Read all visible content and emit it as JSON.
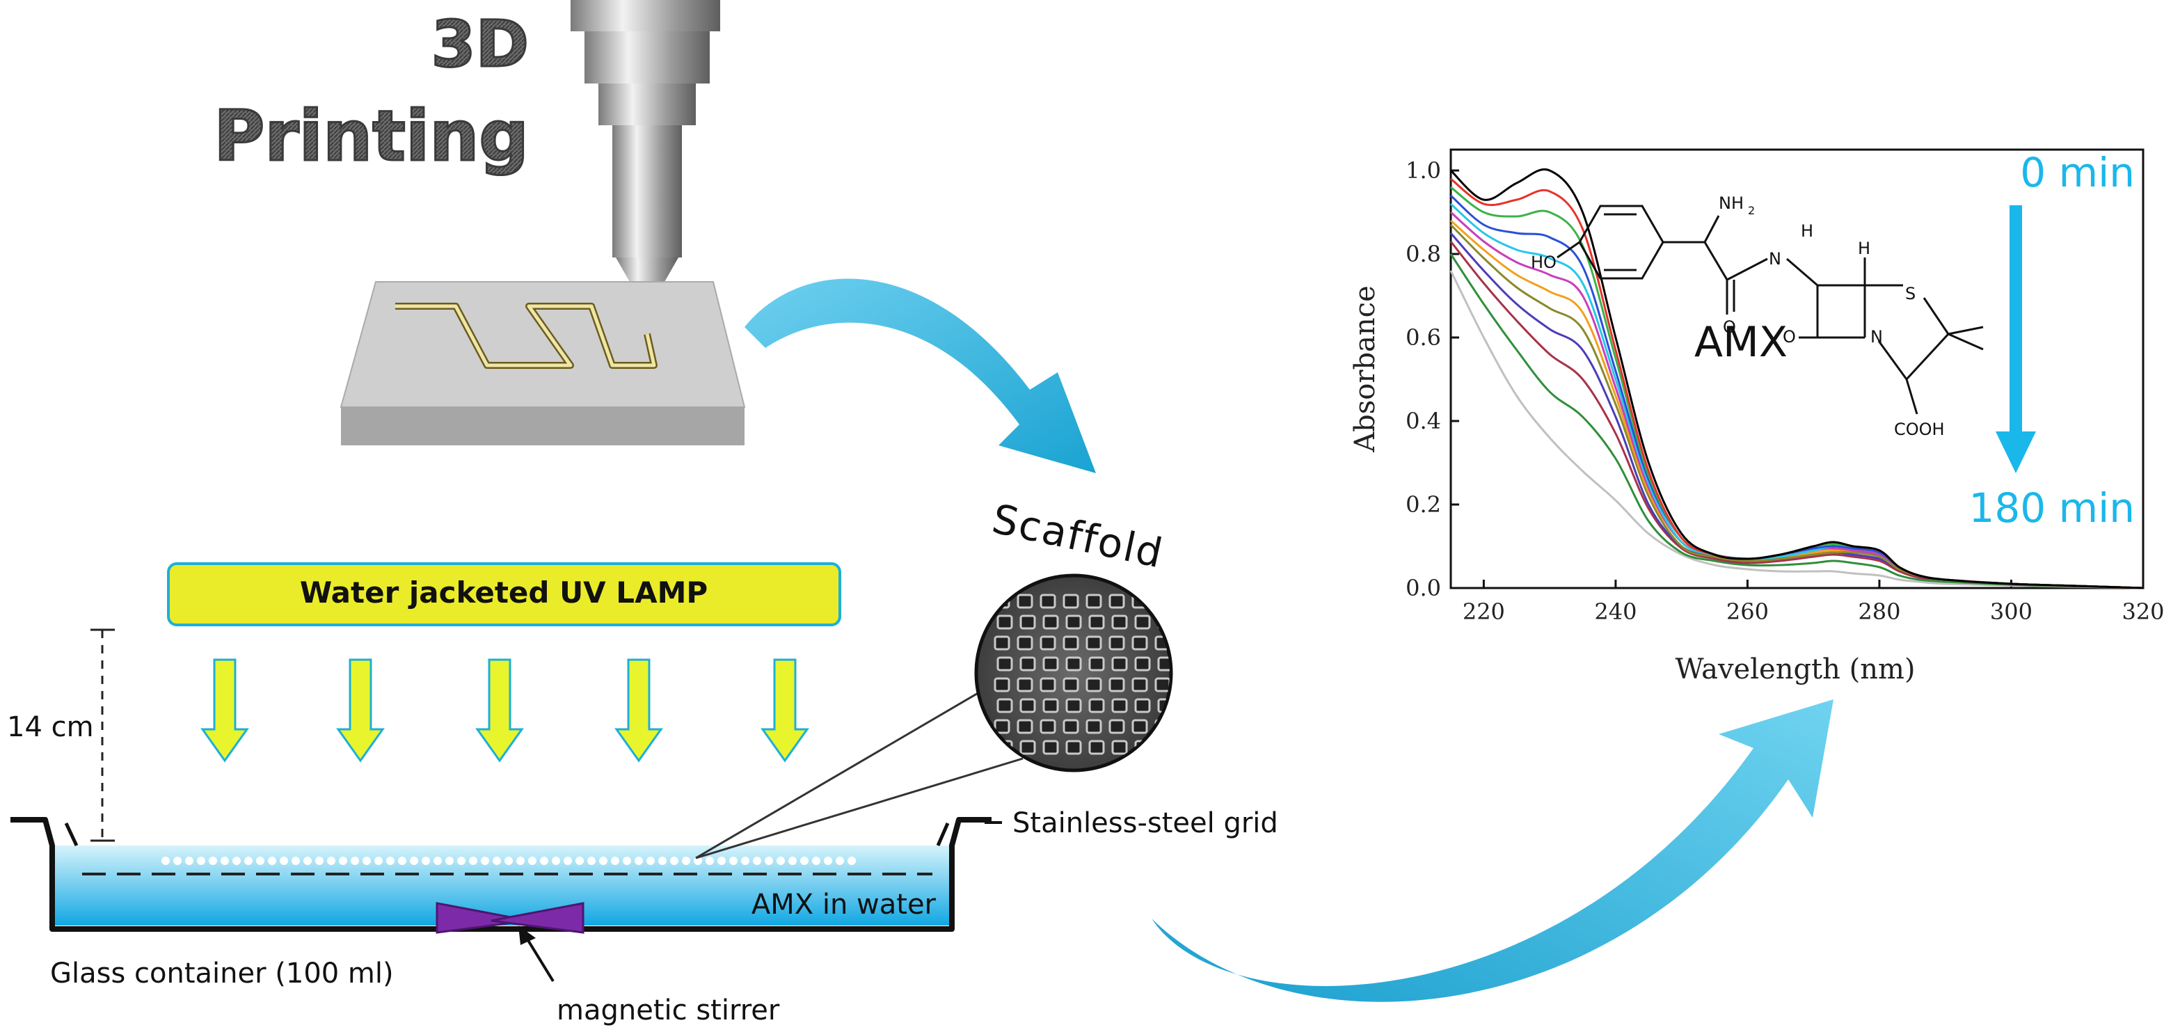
{
  "printing": {
    "line1": "3D",
    "line2": "Printing"
  },
  "lamp": {
    "label": "Water jacketed UV LAMP"
  },
  "distance_label": "14 cm",
  "scaffold_label": "Scaffold",
  "grid_label": "Stainless-steel grid",
  "water_label": "AMX in water",
  "container_label": "Glass container (100 ml)",
  "stirrer_label": "magnetic stirrer",
  "molecule": {
    "name": "AMX",
    "atoms": {
      "nh2": "NH",
      "nh2_sub": "2",
      "ho": "HO",
      "n_amide": "N",
      "h_amide": "H",
      "h_ring": "H",
      "s": "S",
      "n_ring": "N",
      "o_amide": "O",
      "o_lactam": "O",
      "cooh": "COOH"
    }
  },
  "time": {
    "start": "0 min",
    "end": "180 min",
    "color": "#1ab7ea"
  },
  "colors": {
    "arrow": "#29b4dc",
    "lamp_fill": "#eaec2a",
    "uv_arrow": "#e8f52c",
    "water_top": "#d6f3fb",
    "water_bottom": "#11a7e3",
    "stirrer": "#7d2aa8"
  },
  "chart_data": {
    "type": "line",
    "xlabel": "Wavelength (nm)",
    "ylabel": "Absorbance",
    "xlim": [
      215,
      320
    ],
    "ylim": [
      0,
      1.05
    ],
    "xticks": [
      220,
      240,
      260,
      280,
      300,
      320
    ],
    "yticks": [
      0.0,
      0.2,
      0.4,
      0.6,
      0.8,
      1.0
    ],
    "x": [
      215,
      220,
      225,
      230,
      235,
      240,
      245,
      250,
      255,
      260,
      265,
      270,
      273,
      276,
      280,
      283,
      286,
      290,
      300,
      310,
      320
    ],
    "series": [
      {
        "color": "#000000",
        "values": [
          1.0,
          0.93,
          0.97,
          1.0,
          0.9,
          0.6,
          0.3,
          0.13,
          0.08,
          0.07,
          0.08,
          0.1,
          0.11,
          0.1,
          0.09,
          0.05,
          0.03,
          0.02,
          0.01,
          0.005,
          0.0
        ]
      },
      {
        "color": "#e8332a",
        "values": [
          0.98,
          0.92,
          0.93,
          0.95,
          0.86,
          0.57,
          0.28,
          0.12,
          0.08,
          0.07,
          0.08,
          0.1,
          0.11,
          0.1,
          0.09,
          0.05,
          0.03,
          0.02,
          0.01,
          0.005,
          0.0
        ]
      },
      {
        "color": "#3bb34a",
        "values": [
          0.96,
          0.9,
          0.89,
          0.9,
          0.82,
          0.55,
          0.27,
          0.12,
          0.08,
          0.07,
          0.08,
          0.1,
          0.105,
          0.1,
          0.09,
          0.05,
          0.03,
          0.02,
          0.01,
          0.005,
          0.0
        ]
      },
      {
        "color": "#2b4fd6",
        "values": [
          0.94,
          0.87,
          0.85,
          0.84,
          0.77,
          0.52,
          0.26,
          0.12,
          0.08,
          0.07,
          0.08,
          0.095,
          0.1,
          0.095,
          0.085,
          0.05,
          0.03,
          0.02,
          0.01,
          0.005,
          0.0
        ]
      },
      {
        "color": "#29c6e8",
        "values": [
          0.92,
          0.85,
          0.81,
          0.79,
          0.73,
          0.5,
          0.25,
          0.11,
          0.08,
          0.07,
          0.075,
          0.09,
          0.1,
          0.095,
          0.085,
          0.05,
          0.03,
          0.02,
          0.01,
          0.005,
          0.0
        ]
      },
      {
        "color": "#c83fb8",
        "values": [
          0.9,
          0.83,
          0.78,
          0.75,
          0.7,
          0.48,
          0.24,
          0.11,
          0.08,
          0.07,
          0.075,
          0.09,
          0.095,
          0.09,
          0.08,
          0.05,
          0.03,
          0.02,
          0.01,
          0.005,
          0.0
        ]
      },
      {
        "color": "#f0a11e",
        "values": [
          0.88,
          0.81,
          0.75,
          0.71,
          0.66,
          0.46,
          0.23,
          0.11,
          0.08,
          0.07,
          0.075,
          0.085,
          0.09,
          0.09,
          0.08,
          0.05,
          0.03,
          0.02,
          0.01,
          0.005,
          0.0
        ]
      },
      {
        "color": "#8a8a2a",
        "values": [
          0.87,
          0.79,
          0.72,
          0.67,
          0.62,
          0.44,
          0.22,
          0.1,
          0.075,
          0.065,
          0.07,
          0.08,
          0.085,
          0.085,
          0.075,
          0.045,
          0.03,
          0.02,
          0.01,
          0.005,
          0.0
        ]
      },
      {
        "color": "#4a3db8",
        "values": [
          0.85,
          0.76,
          0.68,
          0.62,
          0.57,
          0.41,
          0.2,
          0.1,
          0.075,
          0.065,
          0.07,
          0.08,
          0.085,
          0.08,
          0.07,
          0.045,
          0.03,
          0.02,
          0.01,
          0.005,
          0.0
        ]
      },
      {
        "color": "#a8324a",
        "values": [
          0.83,
          0.73,
          0.64,
          0.56,
          0.5,
          0.37,
          0.19,
          0.095,
          0.07,
          0.06,
          0.065,
          0.075,
          0.08,
          0.075,
          0.065,
          0.04,
          0.025,
          0.02,
          0.01,
          0.005,
          0.0
        ]
      },
      {
        "color": "#2f8f3a",
        "values": [
          0.8,
          0.68,
          0.57,
          0.47,
          0.41,
          0.31,
          0.16,
          0.085,
          0.065,
          0.055,
          0.055,
          0.06,
          0.065,
          0.06,
          0.05,
          0.03,
          0.02,
          0.015,
          0.008,
          0.004,
          0.0
        ]
      },
      {
        "color": "#c0c0c0",
        "values": [
          0.76,
          0.6,
          0.46,
          0.36,
          0.28,
          0.21,
          0.13,
          0.08,
          0.055,
          0.045,
          0.04,
          0.04,
          0.04,
          0.035,
          0.03,
          0.02,
          0.015,
          0.01,
          0.006,
          0.003,
          0.0
        ]
      }
    ]
  }
}
